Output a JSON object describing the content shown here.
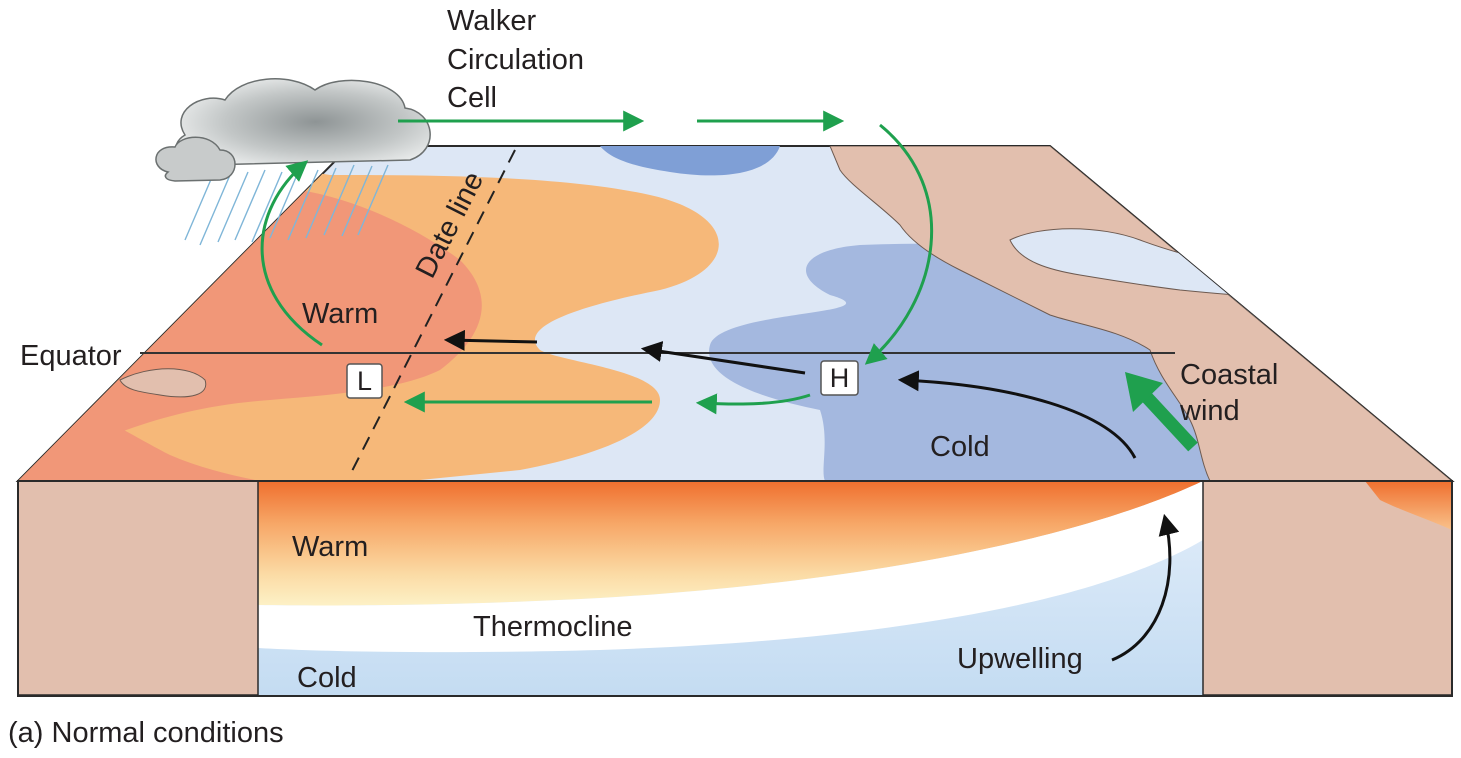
{
  "labels": {
    "walker_line1": "Walker",
    "walker_line2": "Circulation",
    "walker_line3": "Cell",
    "date_line": "Date line",
    "equator": "Equator",
    "warm_surface": "Warm",
    "low_pressure": "L",
    "high_pressure": "H",
    "coastal_wind_line1": "Coastal",
    "coastal_wind_line2": "wind",
    "cold_surface": "Cold",
    "warm_subsurface": "Warm",
    "thermocline": "Thermocline",
    "cold_subsurface": "Cold",
    "upwelling": "Upwelling",
    "caption": "(a) Normal conditions"
  },
  "colors": {
    "land": "#e2bfae",
    "ocean_surface": "#dde7f5",
    "warm_orange": "#f6b879",
    "warm_red": "#f19778",
    "cold_blue": "#a4b8df",
    "cold_deep_blue": "#7f9fd6",
    "arrow_green": "#1fa04e",
    "arrow_black": "#111111",
    "cold_water": "#cfe2f5"
  },
  "icons": [
    "rain-cloud-icon"
  ]
}
